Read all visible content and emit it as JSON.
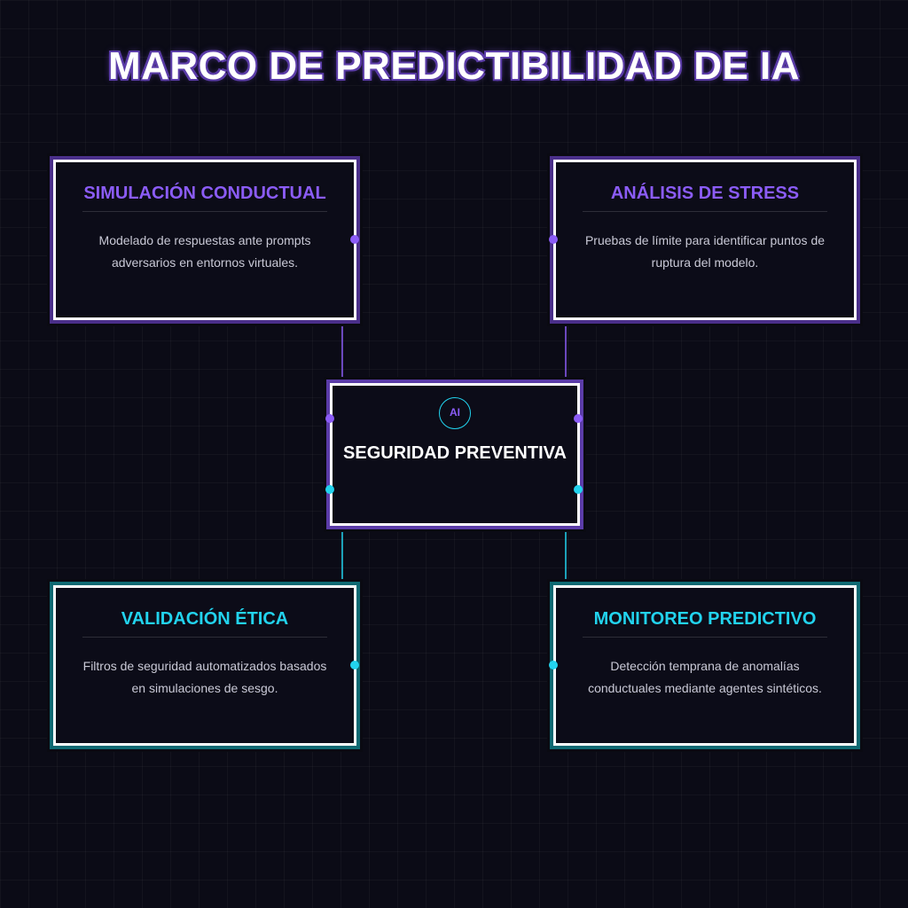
{
  "title": "MARCO DE PREDICTIBILIDAD DE IA",
  "cards": {
    "simulacion": {
      "title": "SIMULACIÓN CONDUCTUAL",
      "description": "Modelado de respuestas ante prompts adversarios en entornos virtuales."
    },
    "stress": {
      "title": "ANÁLISIS DE STRESS",
      "description": "Pruebas de límite para identificar puntos de ruptura del modelo."
    },
    "validacion": {
      "title": "VALIDACIÓN ÉTICA",
      "description": "Filtros de seguridad automatizados basados en simulaciones de sesgo."
    },
    "monitoreo": {
      "title": "MONITOREO PREDICTIVO",
      "description": "Detección temprana de anomalías conductuales mediante agentes sintéticos."
    }
  },
  "center": {
    "badge": "AI",
    "title": "SEGURIDAD PREVENTIVA"
  },
  "colors": {
    "background": "#0b0b16",
    "purple_accent": "#8b5cf6",
    "cyan_accent": "#22d3ee",
    "card_border": "#ffffff"
  }
}
